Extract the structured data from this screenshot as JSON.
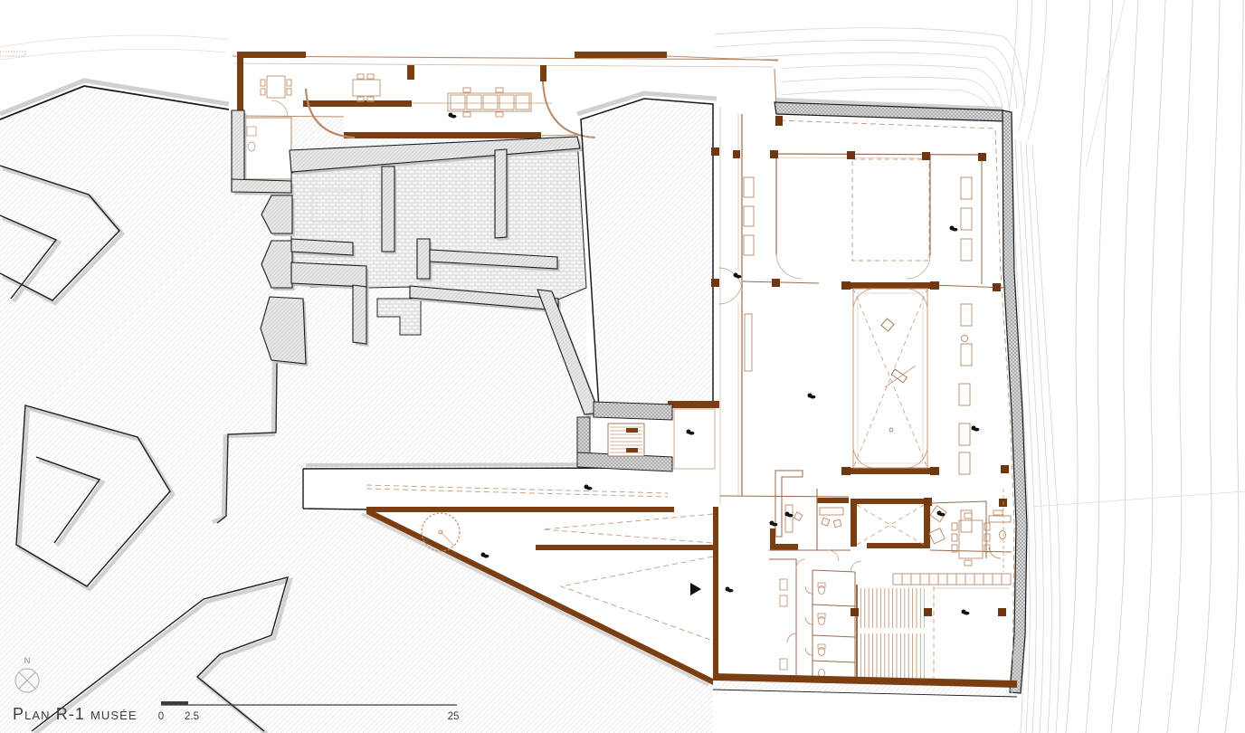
{
  "drawing": {
    "title": "Plan R-1 musée",
    "north_label": "N",
    "scale_bar": {
      "labels": [
        "0",
        "2.5",
        "25"
      ]
    },
    "palette": {
      "new_wall_brown": "#7a3e12",
      "furniture_tan": "#b98a6a",
      "dashed_tan": "#c49a7a",
      "outline_black": "#1a1a1a",
      "terrain_hatch_gray": "#d9d9d9",
      "stone_gray": "#ececec",
      "shadow_gray": "#c8c8c8",
      "contour_gray": "#cccccc",
      "paper_white": "#ffffff"
    }
  }
}
